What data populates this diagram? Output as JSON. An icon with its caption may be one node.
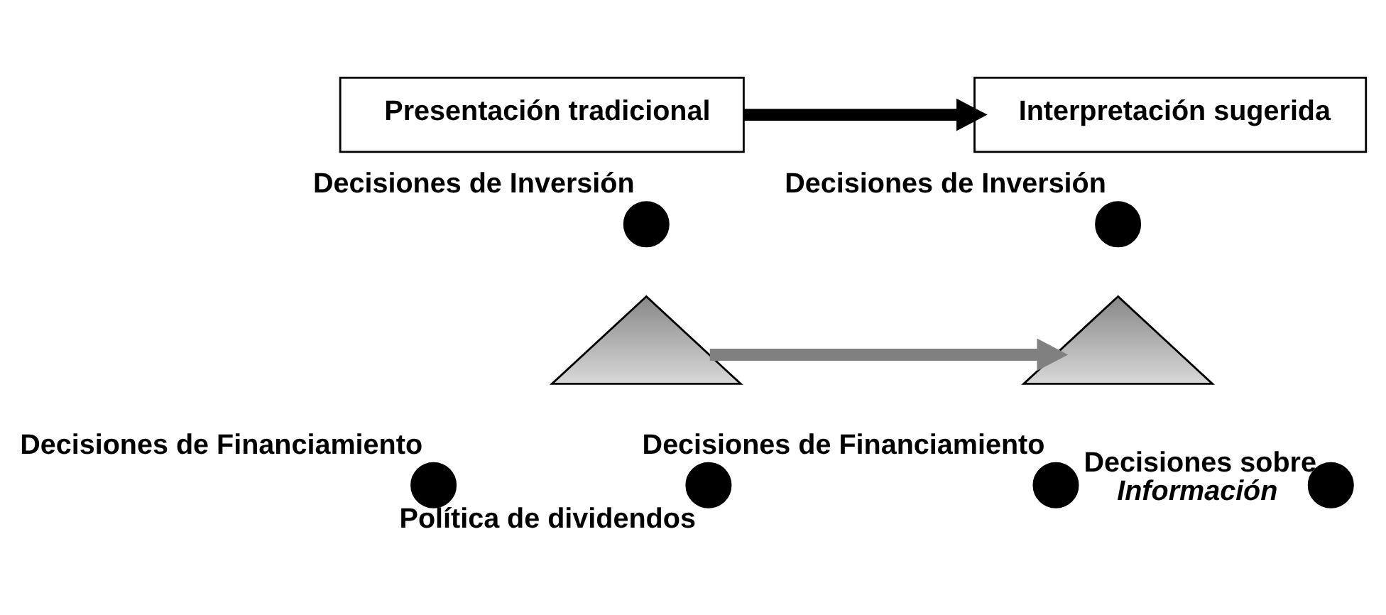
{
  "diagram": {
    "nodes": [
      {
        "text": [
          "Presentación tradicional"
        ]
      },
      {
        "text": [
          "Interpretación sugerida"
        ]
      },
      {
        "text": [],
        "shape": "triangle"
      },
      {
        "text": [],
        "shape": "circle",
        "beside": [
          "Decisiones de Inversión"
        ]
      },
      {
        "text": [],
        "shape": "circle",
        "beside": [
          "Decisiones de Financiamiento"
        ]
      },
      {
        "text": [],
        "shape": "circle",
        "beside": [
          "Política de dividendos"
        ]
      },
      {
        "text": [],
        "shape": "triangle"
      },
      {
        "text": [],
        "shape": "circle",
        "beside": [
          "Decisiones de Inversión"
        ]
      },
      {
        "text": [],
        "shape": "circle",
        "beside": [
          "Decisiones de Financiamiento"
        ]
      },
      {
        "text": [],
        "shape": "circle",
        "beside": [
          "Decisiones sobre *Información*"
        ]
      }
    ],
    "edges": [
      {
        "from": 0,
        "to": 1,
        "arrow": "to"
      },
      {
        "from": 2,
        "to": 6,
        "arrow": "to",
        "color": "#808080"
      }
    ]
  }
}
